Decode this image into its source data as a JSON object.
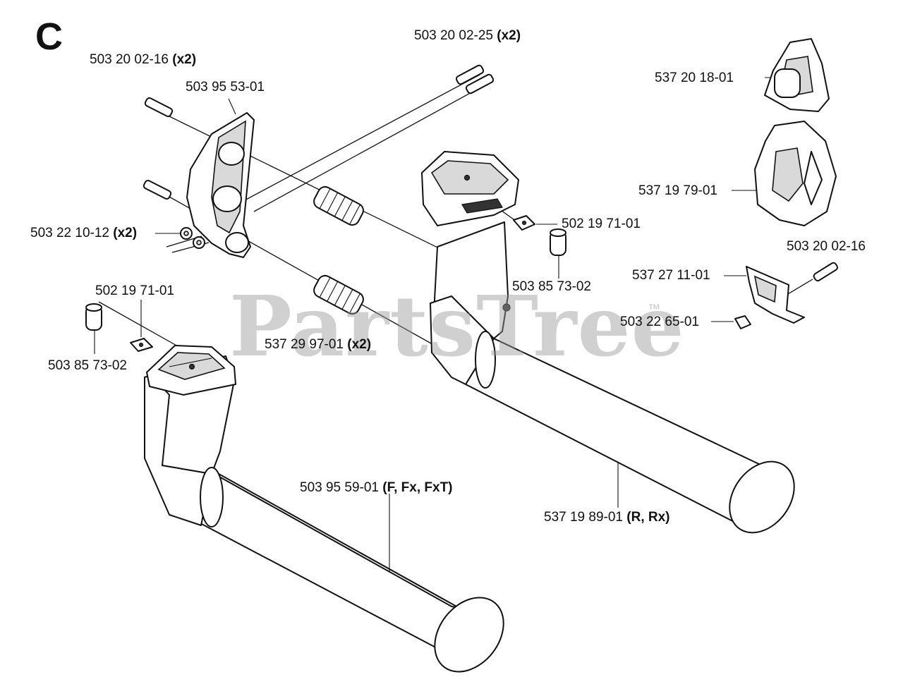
{
  "section": "C",
  "watermark": "PartsTree",
  "watermark_mark": "™",
  "labels": {
    "bolt_25": {
      "num": "503 20 02-25",
      "note": "(x2)"
    },
    "bolt_16_top": {
      "num": "503 20 02-16",
      "note": "(x2)"
    },
    "bracket": {
      "num": "503 95 53-01",
      "note": ""
    },
    "nut_x2": {
      "num": "503 22 10-12",
      "note": "(x2)"
    },
    "damper": {
      "num": "537 29 97-01",
      "note": "(x2)"
    },
    "square_nut_r": {
      "num": "502 19 71-01",
      "note": ""
    },
    "spacer_r": {
      "num": "503 85 73-02",
      "note": ""
    },
    "square_nut_l": {
      "num": "502 19 71-01",
      "note": ""
    },
    "spacer_l": {
      "num": "503 85 73-02",
      "note": ""
    },
    "handle_f": {
      "num": "503 95 59-01",
      "note": "(F, Fx, FxT)"
    },
    "handle_r": {
      "num": "537 19 89-01",
      "note": "(R, Rx)"
    },
    "clip_top": {
      "num": "537 20 18-01",
      "note": ""
    },
    "clip_mid": {
      "num": "537 19 79-01",
      "note": ""
    },
    "screw_16": {
      "num": "503 20 02-16",
      "note": ""
    },
    "holder": {
      "num": "537 27 11-01",
      "note": ""
    },
    "nut_65": {
      "num": "503 22 65-01",
      "note": ""
    }
  }
}
